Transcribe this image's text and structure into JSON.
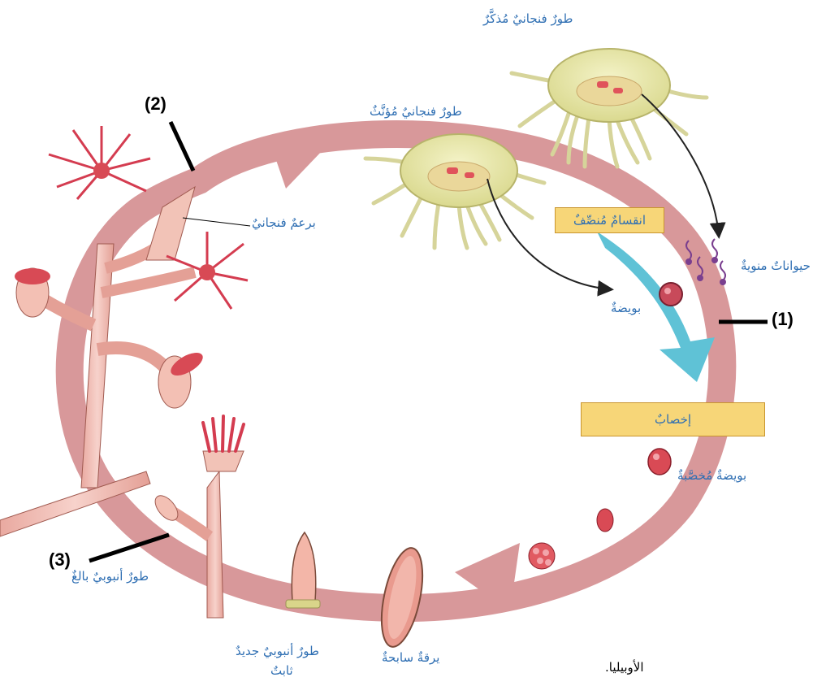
{
  "labels": {
    "male_medusa": "طورٌ فنجانيٌ مُذكَّرٌ",
    "female_medusa": "طورٌ فنجانيٌ مُؤنَّثٌ",
    "medusa_bud": "برعمٌ فنجانيٌ",
    "sperm": "حيواناتٌ منويةٌ",
    "egg": "بويضةٌ",
    "zygote": "بويضةٌ مُخصَّبةٌ",
    "adult_polyp": "طورٌ أنبوبيٌ بالغٌ",
    "new_polyp_line1": "طورٌ أنبوبيٌ جديدٌ",
    "new_polyp_line2": "ثابتٌ",
    "larva": "يرقةٌ سابحةٌ"
  },
  "boxes": {
    "meiosis": "انقسامٌ مُنصِّفٌ",
    "fertilization": "إخصابٌ"
  },
  "markers": {
    "m1": "(1)",
    "m2": "(2)",
    "m3": "(3)"
  },
  "caption": "الأوبيليا."
}
